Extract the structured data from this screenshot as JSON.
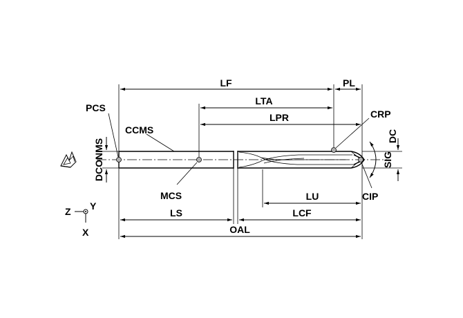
{
  "labels": {
    "lf": "LF",
    "pl": "PL",
    "lta": "LTA",
    "lpr": "LPR",
    "crp": "CRP",
    "pcs": "PCS",
    "ccms": "CCMS",
    "dconms": "DCONMS",
    "dc": "DC",
    "sig": "SIG",
    "mcs": "MCS",
    "lu": "LU",
    "cip": "CIP",
    "ls": "LS",
    "lcf": "LCF",
    "oal": "OAL",
    "axis_z": "Z",
    "axis_y": "Y",
    "axis_x": "X"
  }
}
